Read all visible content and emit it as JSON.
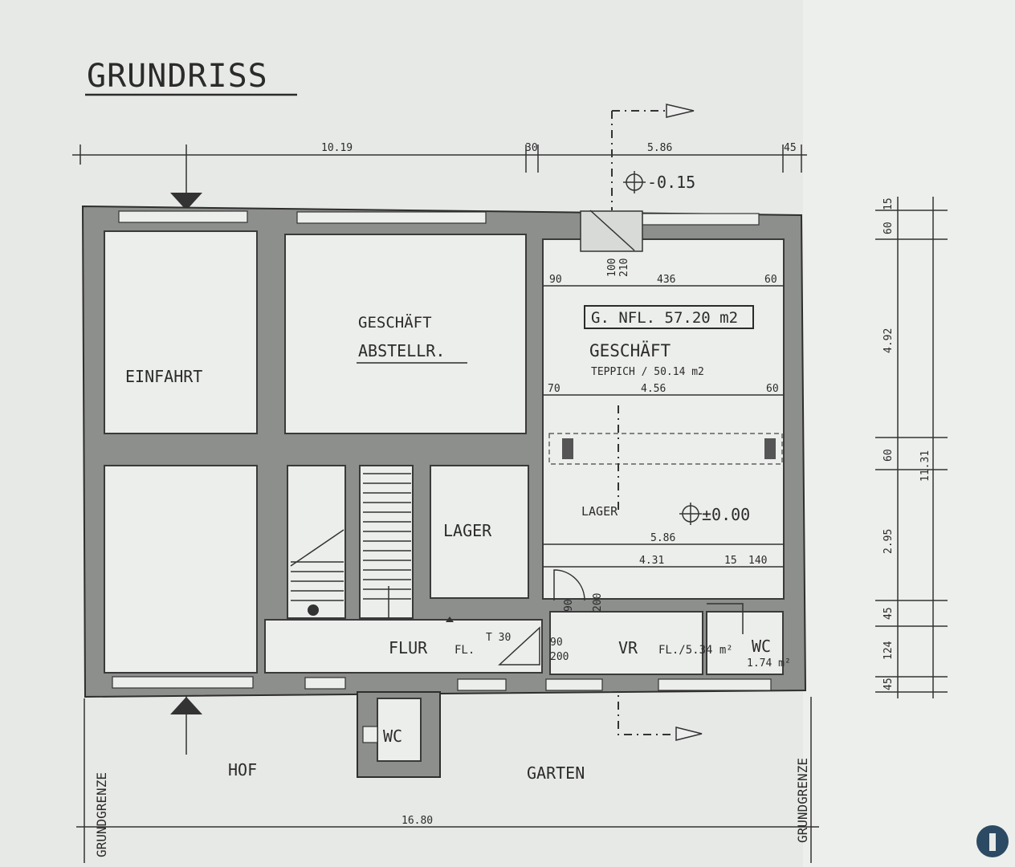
{
  "title": "GRUNDRISS",
  "dimensions_top": {
    "d1": "10.19",
    "d2": "30",
    "d3": "5.86",
    "d4": "45"
  },
  "dimensions_right": {
    "d15": "15",
    "d60a": "60",
    "d492": "4.92",
    "d60b": "60",
    "d295": "2.95",
    "d45a": "45",
    "d124": "124",
    "d45b": "45",
    "d1131": "11.31"
  },
  "dimensions_inner": {
    "d90": "90",
    "d436": "436",
    "d60c": "60",
    "d100": "100",
    "d210": "210",
    "d70": "70",
    "d456": "4.56",
    "d60d": "60",
    "d586": "5.86",
    "d431": "4.31",
    "d15b": "15",
    "d140": "140",
    "door90": "90",
    "door200": "200",
    "t30": "T 30",
    "t90": "90",
    "t200": "200"
  },
  "levels": {
    "top": "-0.15",
    "floor": "±0.00"
  },
  "rooms": {
    "einfahrt": "EINFAHRT",
    "geschaeft_abstellr_1": "GESCHÄFT",
    "geschaeft_abstellr_2": "ABSTELLR.",
    "geschaeft": "GESCHÄFT",
    "teppich": "TEPPICH / 50.14 m2",
    "nfl": "G. NFL. 57.20 m2",
    "lager_left": "LAGER",
    "lager_right": "LAGER",
    "flur": "FLUR",
    "flur_fl": "FL.",
    "vr": "VR",
    "vr_fl": "FL./5.34 m²",
    "wc_inner": "WC",
    "wc_area": "1.74 m²",
    "wc_outer": "WC",
    "hof": "HOF",
    "garten": "GARTEN",
    "grundgrenze_left": "GRUNDGRENZE",
    "grundgrenze_right": "GRUNDGRENZE"
  },
  "bottom_dimension": "16.80"
}
